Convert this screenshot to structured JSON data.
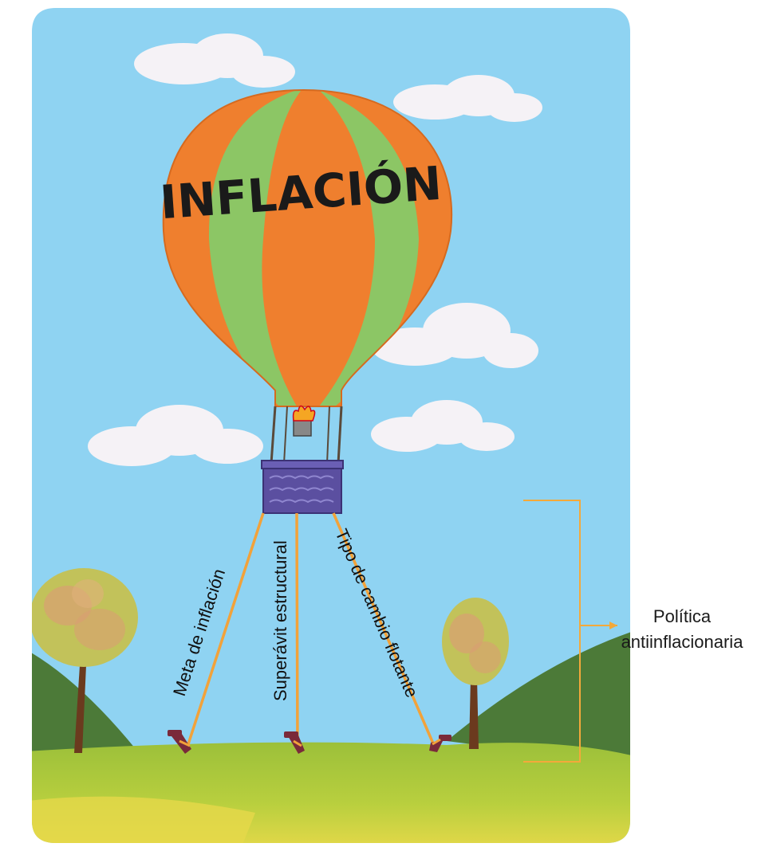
{
  "balloon": {
    "title": "INFLACIÓN",
    "stripe_colors": {
      "orange": "#ef7f2e",
      "green": "#8cc665"
    }
  },
  "ropes": [
    {
      "label": "Meta de inflación"
    },
    {
      "label": "Superávit estructural"
    },
    {
      "label": "Tipo de cambio flotante"
    }
  ],
  "bracket": {
    "label_line1": "Política",
    "label_line2": "antiinflacionaria",
    "color": "#f4a93a"
  },
  "colors": {
    "sky": "#8fd3f2",
    "basket": "#5b4fa0",
    "rope": "#f2a23a",
    "grass": "#a8c83c",
    "hill": "#4c7a38"
  }
}
